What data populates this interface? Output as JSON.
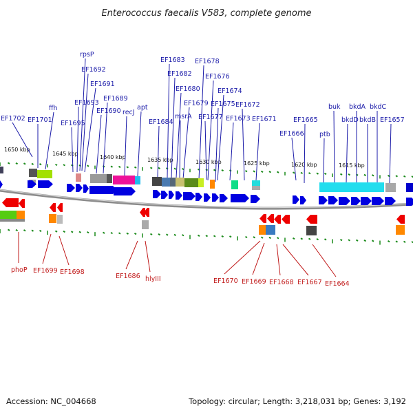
{
  "title": "Enterococcus faecalis V583, complete genome",
  "footer": {
    "accession": "Accession: NC_004668",
    "topology": "Topology: circular; Length: 3,218,031 bp; Genes: 3,192"
  },
  "colors": {
    "forward_gene": "#0000e0",
    "reverse_gene": "#ee0000",
    "forward_label": "#1a1aa8",
    "reverse_label": "#c01818",
    "ruler_tick": "#1a8a1a",
    "backbone": "#8c8c8c"
  },
  "ticks": [
    "1650 kbp",
    "1645 kbp",
    "1640 kbp",
    "1635 kbp",
    "1630 kbp",
    "1625 kbp",
    "1620 kbp",
    "1615 kbp"
  ],
  "forward_labels": [
    "EF1702",
    "EF1701",
    "ffh",
    "EF1695",
    "EF1693",
    "rpsP",
    "EF1692",
    "EF1691",
    "EF1690",
    "EF1689",
    "recJ",
    "apt",
    "EF1684",
    "EF1683",
    "EF1682",
    "EF1680",
    "msrA",
    "EF1679",
    "EF1678",
    "EF1677",
    "EF1676",
    "EF1675",
    "EF1674",
    "EF1673",
    "EF1672",
    "EF1671",
    "EF1666",
    "EF1665",
    "ptb",
    "buk",
    "bkdD",
    "bkdA",
    "bkdB",
    "bkdC",
    "EF1657"
  ],
  "reverse_labels": [
    "phoP",
    "EF1699",
    "EF1698",
    "EF1686",
    "hlyIII",
    "EF1670",
    "EF1669",
    "EF1668",
    "EF1667",
    "EF1664"
  ]
}
